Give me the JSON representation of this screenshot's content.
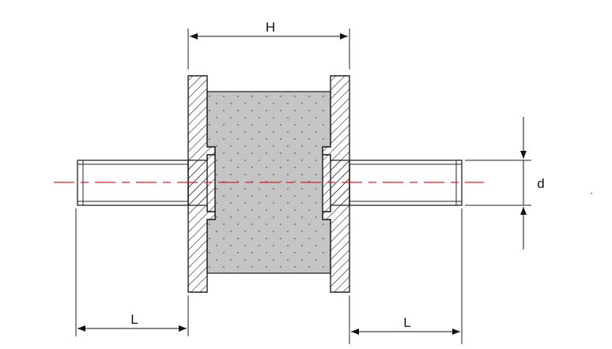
{
  "labels": {
    "height": "H",
    "diameter": "d",
    "length_left": "L",
    "length_right": "L"
  },
  "colors": {
    "outline": "#222222",
    "rubber_fill": "#c4c4c4",
    "rubber_dots": "#555555",
    "centerline": "#d42020",
    "background": "#ffffff"
  }
}
